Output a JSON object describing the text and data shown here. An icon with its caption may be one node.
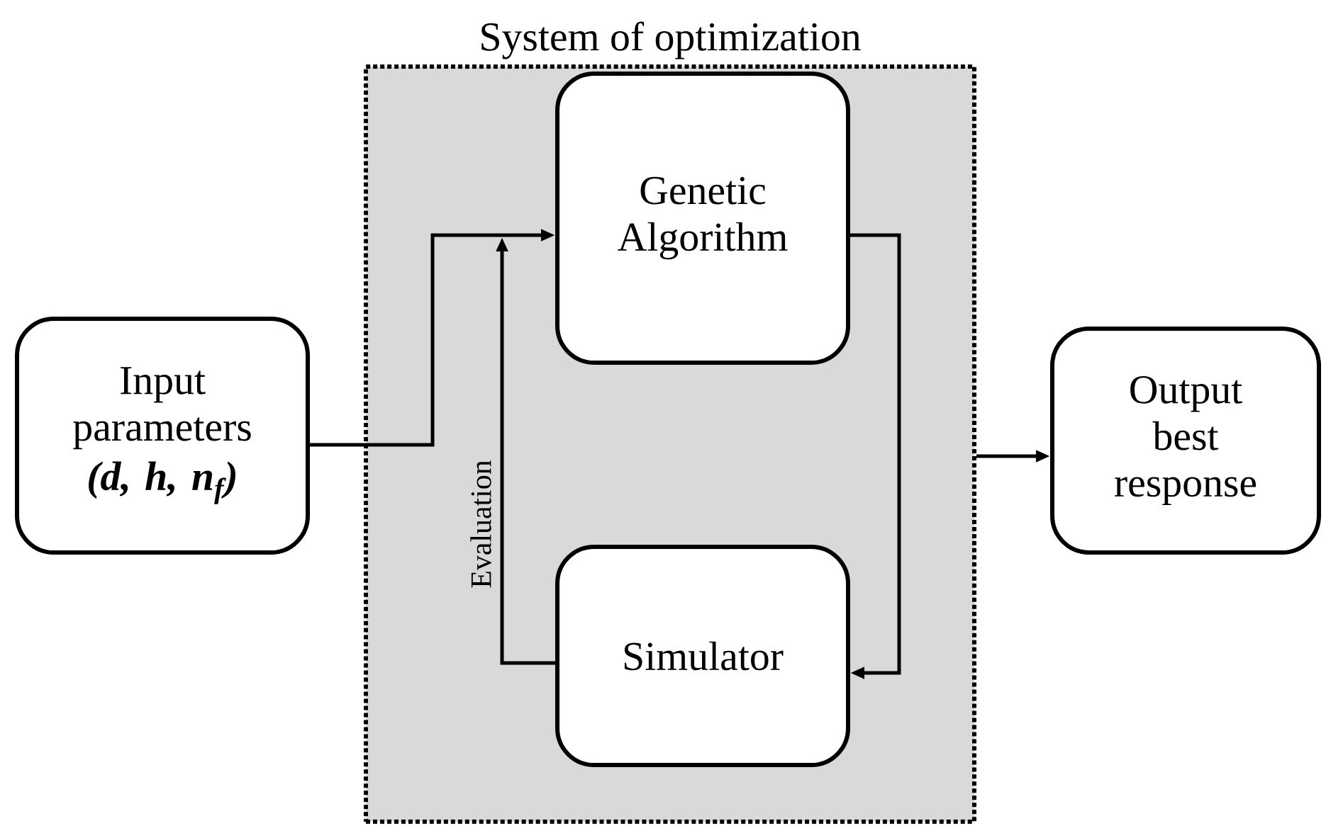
{
  "diagram": {
    "nodes": [
      {
        "text": [
          "Input parameters",
          "(d, h, n$_{f}$)"
        ]
      },
      {
        "text": [
          "System of optimization"
        ]
      },
      {
        "text": [
          "Genetic Algorithm"
        ],
        "in": 1
      },
      {
        "text": [
          "Simulator"
        ],
        "in": 1
      },
      {
        "text": [
          "Output best response"
        ]
      }
    ],
    "edges": [
      {
        "from": 0,
        "to": 2,
        "arrow": "to"
      },
      {
        "from": 2,
        "to": 3,
        "arrow": "to"
      },
      {
        "from": 3,
        "to": 2,
        "arrow": "to",
        "label": "Evaluation"
      },
      {
        "from": 1,
        "to": 4,
        "arrow": "to"
      }
    ]
  }
}
